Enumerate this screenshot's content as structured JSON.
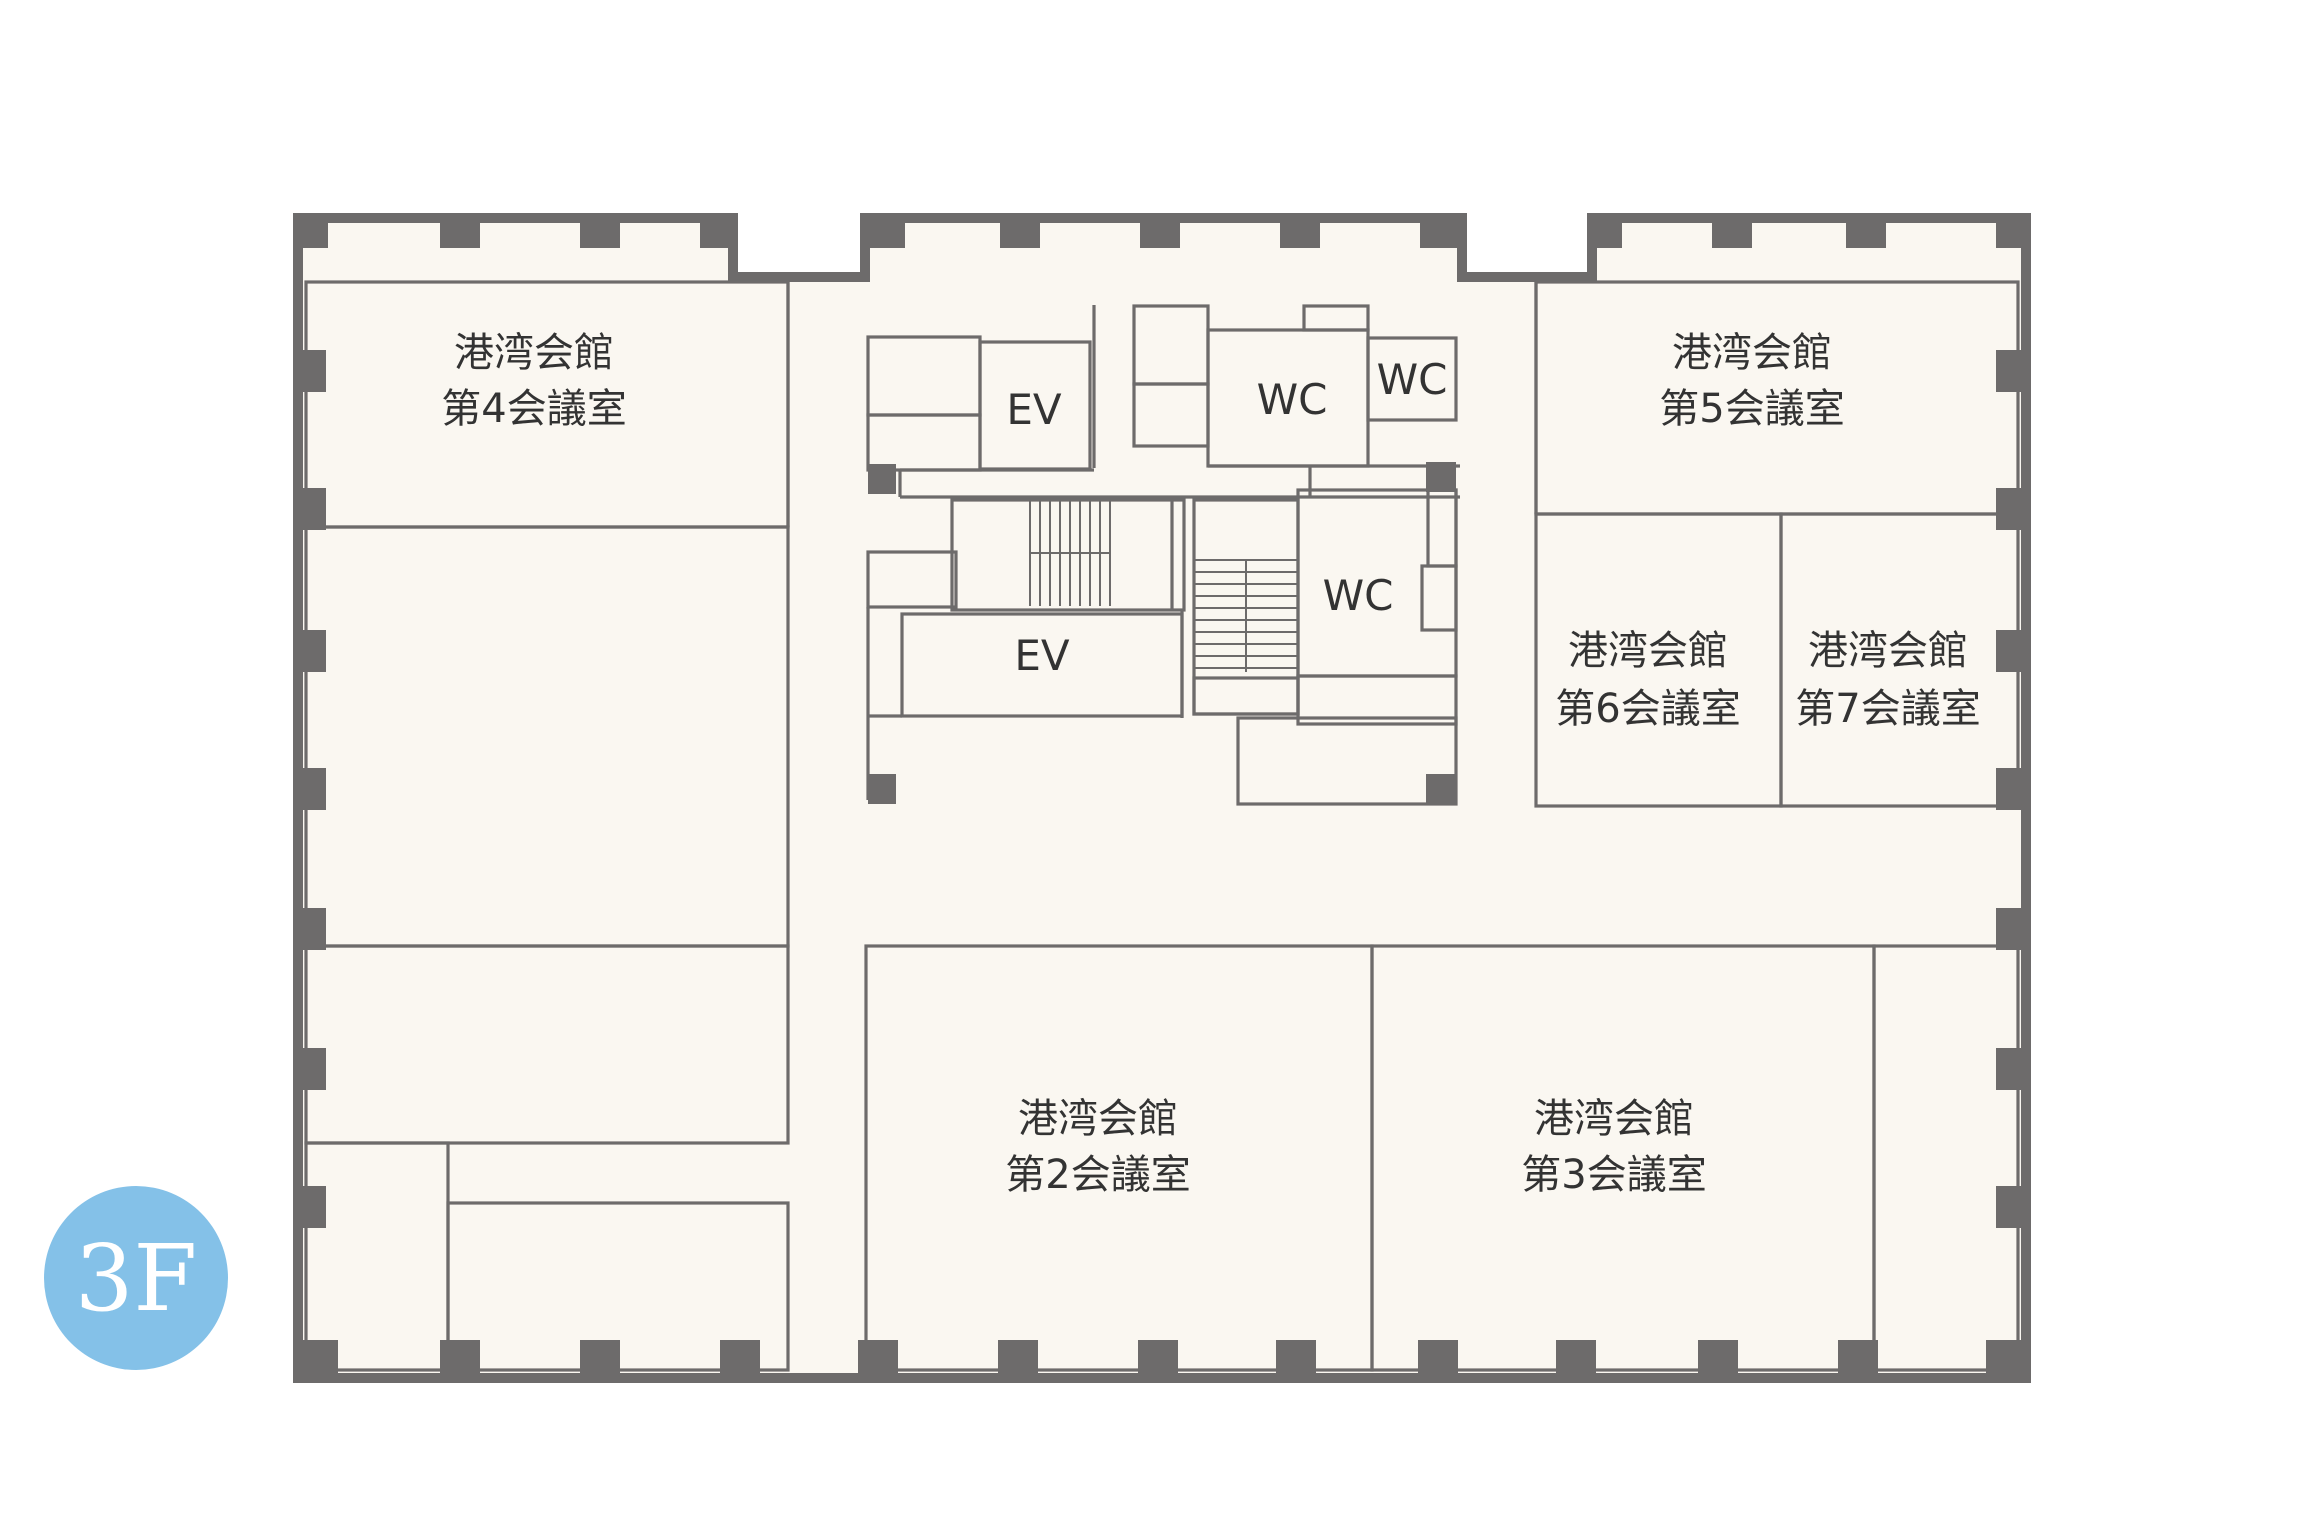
{
  "floor_badge": {
    "label": "3F",
    "color": "#84c1e8"
  },
  "colors": {
    "background": "#ffffff",
    "building_fill": "#faf7f1",
    "meeting_room_fill": "#f5ebe6",
    "ev_fill": "#e2dccd",
    "wall": "#6d6b6b"
  },
  "rooms": {
    "room4": {
      "line1": "港湾会館",
      "line2": "第4会議室"
    },
    "room5": {
      "line1": "港湾会館",
      "line2": "第5会議室"
    },
    "room6": {
      "line1": "港湾会館",
      "line2": "第6会議室"
    },
    "room7": {
      "line1": "港湾会館",
      "line2": "第7会議室"
    },
    "room2": {
      "line1": "港湾会館",
      "line2": "第2会議室"
    },
    "room3": {
      "line1": "港湾会館",
      "line2": "第3会議室"
    }
  },
  "core": {
    "ev_upper": "EV",
    "ev_lower": "EV",
    "wc_upper_left": "WC",
    "wc_upper_right": "WC",
    "wc_lower": "WC"
  }
}
